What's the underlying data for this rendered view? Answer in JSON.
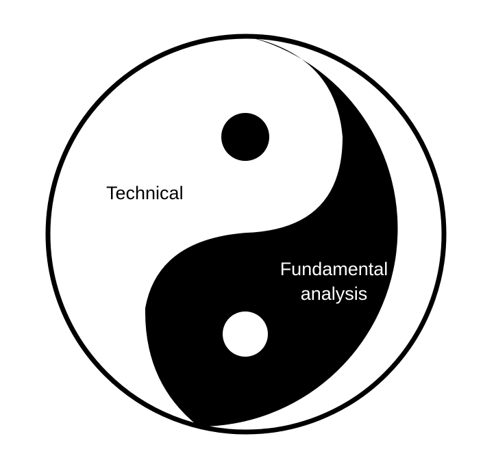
{
  "labels": {
    "technical": "Technical",
    "fundamental_line1": "Fundamental",
    "fundamental_line2": "analysis"
  },
  "colors": {
    "yin": "#000000",
    "yang": "#ffffff",
    "background": "#ffffff"
  },
  "icon": "yin-yang-symbol"
}
